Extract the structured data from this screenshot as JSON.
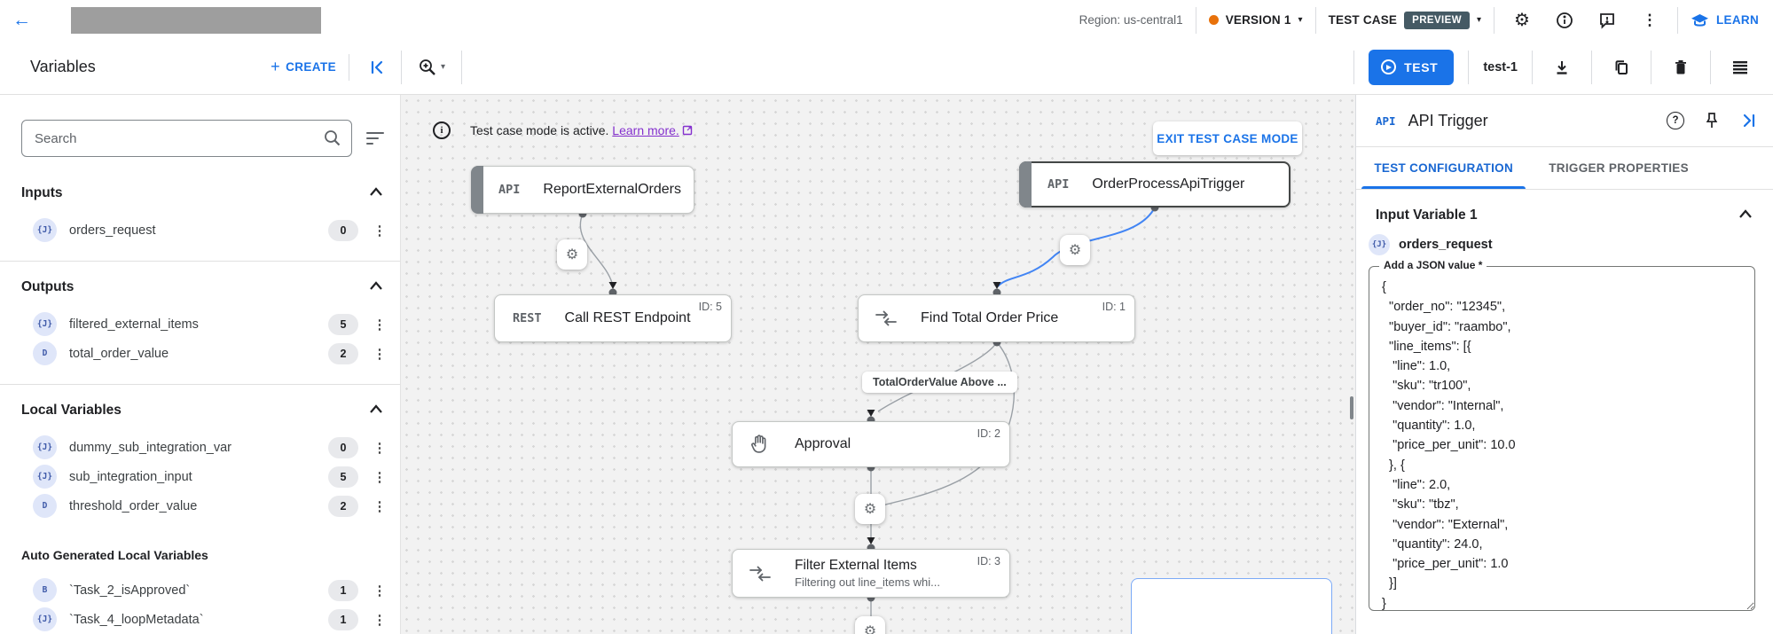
{
  "colors": {
    "accent": "#1a73e8",
    "version_dot": "#e8710a",
    "preview_badge_bg": "#455a64",
    "edge_blue": "#4285f4"
  },
  "header": {
    "region": "Region: us-central1",
    "version_label": "VERSION 1",
    "test_case_label": "TEST CASE",
    "preview_label": "PREVIEW",
    "learn_label": "LEARN"
  },
  "toolbar": {
    "panel_title": "Variables",
    "create_label": "CREATE",
    "test_button_label": "TEST",
    "test_case_name": "test-1"
  },
  "variables_panel": {
    "search_placeholder": "Search",
    "sections": {
      "inputs": {
        "title": "Inputs",
        "items": [
          {
            "icon_label": "{J}",
            "name": "orders_request",
            "count": "0"
          }
        ]
      },
      "outputs": {
        "title": "Outputs",
        "items": [
          {
            "icon_label": "{J}",
            "name": "filtered_external_items",
            "count": "5"
          },
          {
            "icon_label": "D",
            "name": "total_order_value",
            "count": "2"
          }
        ]
      },
      "local": {
        "title": "Local Variables",
        "items": [
          {
            "icon_label": "{J}",
            "name": "dummy_sub_integration_var",
            "count": "0"
          },
          {
            "icon_label": "{J}",
            "name": "sub_integration_input",
            "count": "5"
          },
          {
            "icon_label": "D",
            "name": "threshold_order_value",
            "count": "2"
          }
        ]
      },
      "auto": {
        "title": "Auto Generated Local Variables",
        "items": [
          {
            "icon_label": "B",
            "name": "`Task_2_isApproved`",
            "count": "1"
          },
          {
            "icon_label": "{J}",
            "name": "`Task_4_loopMetadata`",
            "count": "1"
          }
        ]
      }
    }
  },
  "canvas": {
    "banner": {
      "text": "Test case mode is active.",
      "link_label": "Learn more.",
      "exit_button": "EXIT TEST CASE MODE"
    },
    "nodes": {
      "report": {
        "type_label": "API",
        "title": "ReportExternalOrders"
      },
      "order_trigger": {
        "type_label": "API",
        "title": "OrderProcessApiTrigger"
      },
      "rest": {
        "type_label": "REST",
        "title": "Call REST Endpoint",
        "id_label": "ID: 5"
      },
      "find": {
        "title": "Find Total Order Price",
        "id_label": "ID: 1"
      },
      "approval": {
        "title": "Approval",
        "id_label": "ID: 2"
      },
      "filter": {
        "title": "Filter External Items",
        "subtitle": "Filtering out line_items whi...",
        "id_label": "ID: 3"
      }
    },
    "edge_label": "TotalOrderValue Above ..."
  },
  "right_panel": {
    "icon_label": "API",
    "title": "API Trigger",
    "tabs": [
      {
        "label": "TEST CONFIGURATION"
      },
      {
        "label": "TRIGGER PROPERTIES"
      }
    ],
    "section_title": "Input Variable 1",
    "variable": {
      "icon_label": "{J}",
      "name": "orders_request"
    },
    "json_field": {
      "label": "Add a JSON value *",
      "value": "{\n  \"order_no\": \"12345\",\n  \"buyer_id\": \"raambo\",\n  \"line_items\": [{\n   \"line\": 1.0,\n   \"sku\": \"tr100\",\n   \"vendor\": \"Internal\",\n   \"quantity\": 1.0,\n   \"price_per_unit\": 10.0\n  }, {\n   \"line\": 2.0,\n   \"sku\": \"tbz\",\n   \"vendor\": \"External\",\n   \"quantity\": 24.0,\n   \"price_per_unit\": 1.0\n  }]\n}"
    }
  }
}
